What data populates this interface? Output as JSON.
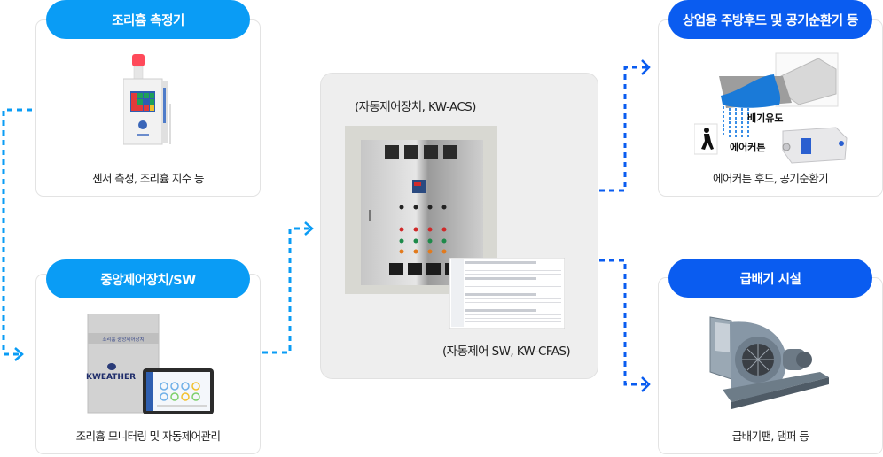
{
  "colors": {
    "light_blue": "#0a9cf5",
    "dark_blue": "#0a5cf0",
    "connector_light": "#0a9cf5",
    "connector_dark": "#0a5cf0"
  },
  "nodes": {
    "sensor": {
      "title": "조리흄 측정기",
      "caption": "센서 측정, 조리흄 지수 등",
      "image": "kitchen-fume-sensor-device"
    },
    "central": {
      "title": "중앙제어장치/SW",
      "caption": "조리흄 모니터링 및 자동제어관리",
      "image": "central-control-unit-and-tablet",
      "device_label": "조리흄 중앙제어장치",
      "brand": "KWEATHER"
    },
    "controller": {
      "label_top": "(자동제어장치, KW-ACS)",
      "label_bottom": "(자동제어 SW, KW-CFAS)",
      "image": "auto-control-panel-and-software"
    },
    "hood": {
      "title": "상업용 주방후드 및 공기순환기 등",
      "caption": "에어커튼 후드, 공기순환기",
      "image": "air-curtain-hood-and-ventilator",
      "image_labels": [
        "배기유도",
        "에어커튼"
      ]
    },
    "fan": {
      "title": "급배기 시설",
      "caption": "급배기팬, 댐퍼 등",
      "image": "centrifugal-fan"
    }
  },
  "edges": [
    {
      "from": "sensor",
      "to": "central"
    },
    {
      "from": "central",
      "to": "controller"
    },
    {
      "from": "controller",
      "to": "hood"
    },
    {
      "from": "controller",
      "to": "fan"
    }
  ]
}
